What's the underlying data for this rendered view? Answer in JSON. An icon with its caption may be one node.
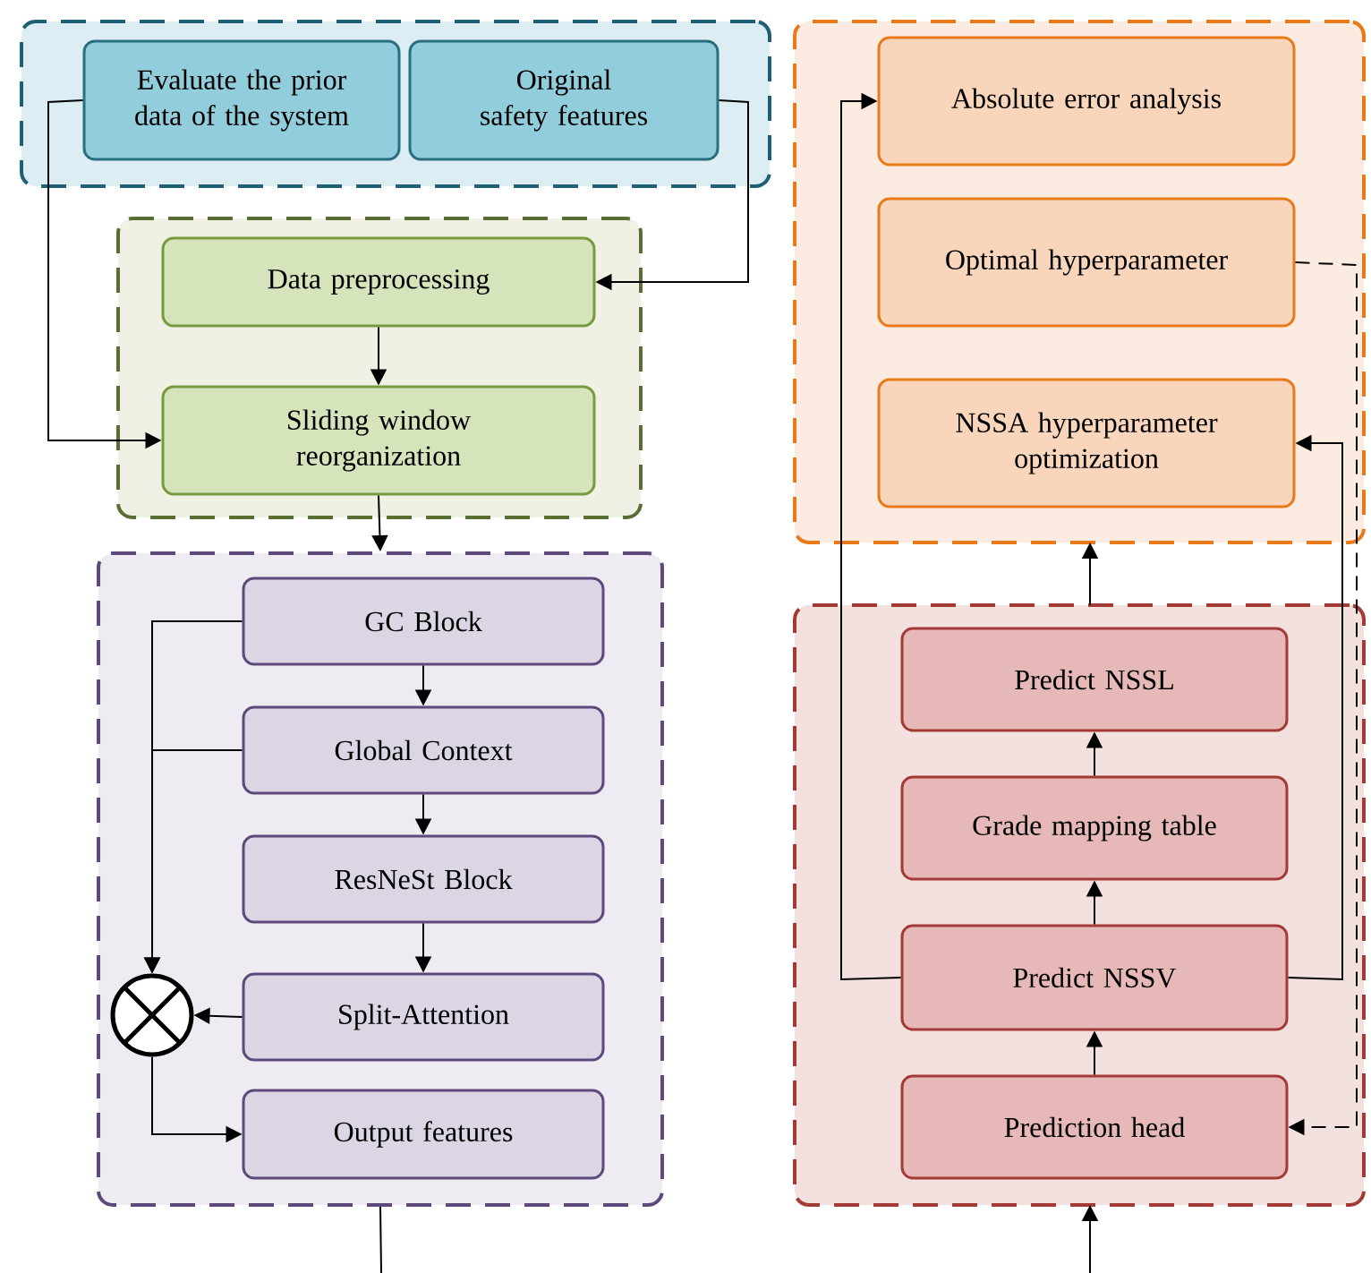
{
  "diagram": {
    "nodes": [
      {
        "text": [],
        "shape": "box"
      },
      {
        "text": [
          "Evaluate the prior data of the system"
        ],
        "in": 0
      },
      {
        "text": [
          "Original safety features"
        ],
        "in": 0
      },
      {
        "text": [],
        "shape": "box"
      },
      {
        "text": [
          "Data preprocessing"
        ],
        "in": 3
      },
      {
        "text": [
          "Sliding window reorganization"
        ],
        "in": 3
      },
      {
        "text": [],
        "shape": "box"
      },
      {
        "text": [
          "GC Block"
        ],
        "in": 6
      },
      {
        "text": [
          "Global Context"
        ],
        "in": 6
      },
      {
        "text": [
          "ResNeSt Block"
        ],
        "in": 6
      },
      {
        "text": [],
        "shape": "circle",
        "in": 6
      },
      {
        "text": [
          "Split-Attention"
        ],
        "in": 6
      },
      {
        "text": [
          "Output features"
        ],
        "in": 6
      },
      {
        "text": [],
        "shape": "box"
      },
      {
        "text": [
          "Absolute error analysis"
        ],
        "in": 13
      },
      {
        "text": [
          "Optimal hyperparameter"
        ],
        "in": 13
      },
      {
        "text": [
          "NSSA hyperparameter optimization"
        ],
        "in": 13
      },
      {
        "text": [],
        "shape": "box"
      },
      {
        "text": [
          "Predict NSSL"
        ],
        "in": 17
      },
      {
        "text": [
          "Grade mapping table"
        ],
        "in": 17
      },
      {
        "text": [
          "Predict NSSV"
        ],
        "in": 17
      },
      {
        "text": [
          "Prediction head"
        ],
        "in": 17
      }
    ],
    "edges": [
      {
        "from": 1,
        "to": 5,
        "arrow": "to"
      },
      {
        "from": 2,
        "to": 4,
        "arrow": "to"
      },
      {
        "from": 4,
        "to": 5,
        "arrow": "to"
      },
      {
        "from": 5,
        "to": 6,
        "arrow": "to"
      },
      {
        "from": 7,
        "to": 8,
        "arrow": "to"
      },
      {
        "from": 8,
        "to": 9,
        "arrow": "to"
      },
      {
        "from": 9,
        "to": 11,
        "arrow": "to"
      },
      {
        "from": 7,
        "to": 10,
        "arrow": "to"
      },
      {
        "from": 8,
        "to": 10,
        "arrow": "to"
      },
      {
        "from": 11,
        "to": 10,
        "arrow": "to"
      },
      {
        "from": 10,
        "to": 12,
        "arrow": "to"
      },
      {
        "from": 6,
        "to": null,
        "arrow": "none"
      },
      {
        "from": null,
        "to": 17,
        "arrow": "to"
      },
      {
        "from": 17,
        "to": 13,
        "arrow": "to"
      },
      {
        "from": 21,
        "to": 20,
        "arrow": "to"
      },
      {
        "from": 20,
        "to": 19,
        "arrow": "to"
      },
      {
        "from": 19,
        "to": 18,
        "arrow": "to"
      },
      {
        "from": 20,
        "to": 14,
        "arrow": "to"
      },
      {
        "from": 20,
        "to": 16,
        "arrow": "to"
      },
      {
        "from": 15,
        "to": 21,
        "arrow": "to",
        "style": "dashed"
      }
    ]
  }
}
